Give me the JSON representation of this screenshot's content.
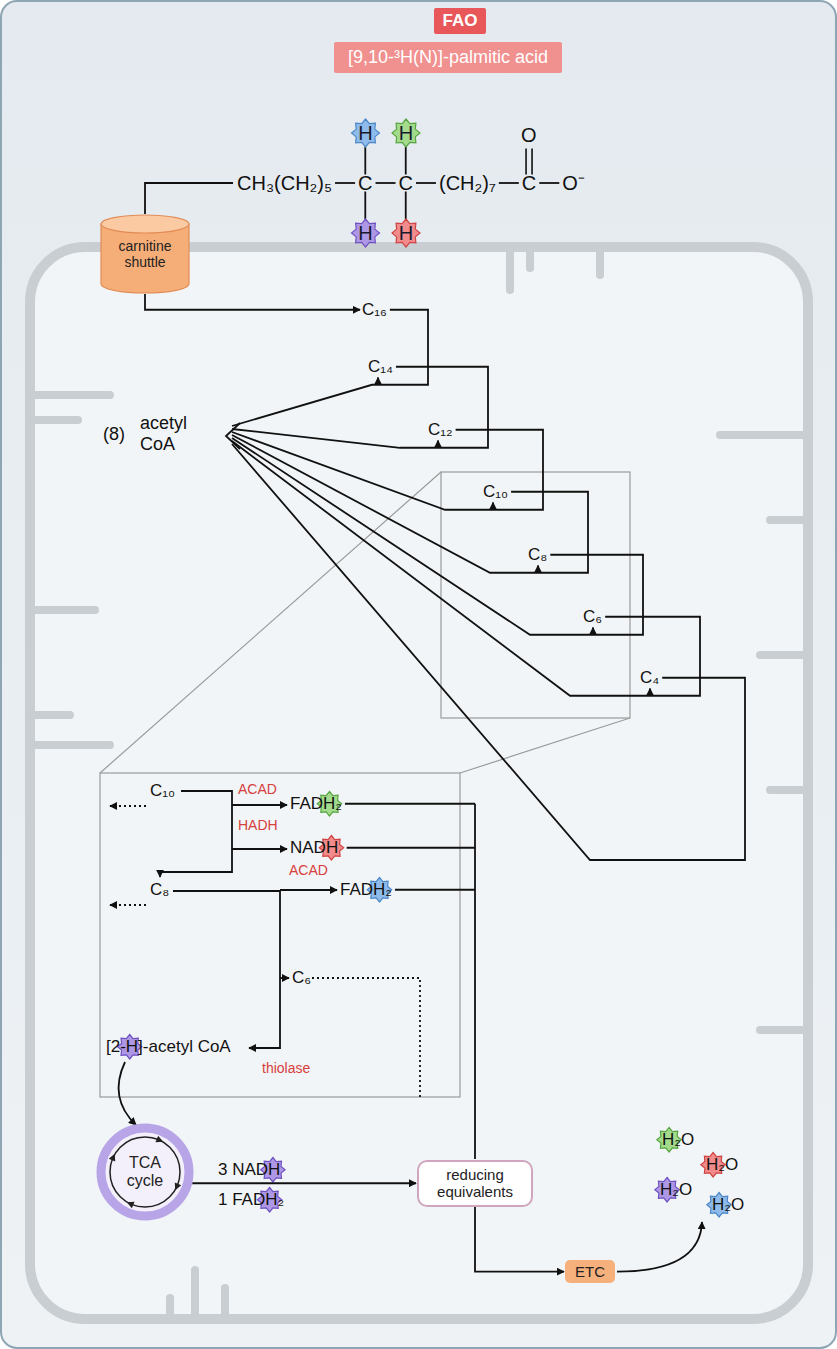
{
  "diagram": {
    "nodes": [
      {
        "text": [
          "FAO"
        ]
      },
      {
        "text": [
          "[9,10-³H(N)]-palmitic acid"
        ]
      },
      {
        "text": [
          "carnitine shuttle"
        ]
      },
      {
        "text": [
          "TCA cycle"
        ]
      },
      {
        "text": [
          "reducing equivalents"
        ]
      },
      {
        "text": [
          "ETC"
        ]
      }
    ],
    "edges": [
      {
        "from": 3,
        "to": 4,
        "arrow": "to"
      },
      {
        "from": 4,
        "to": 5,
        "arrow": "to"
      }
    ],
    "labels": [
      "CH₃(CH₂)₅",
      "C",
      "C",
      "(CH₂)₇",
      "C",
      "O⁻",
      "O",
      "H",
      "H",
      "H",
      "H",
      "C₁₆",
      "C₁₄",
      "C₁₂",
      "C₁₀",
      "C₈",
      "C₆",
      "C₄",
      "(8)",
      "acetyl CoA",
      "C₁₀",
      "ACAD",
      "FADH₂",
      "HADH",
      "NADH",
      "C₈",
      "ACAD",
      "FADH₂",
      "C₆",
      "[2-H]-acetyl CoA",
      "thiolase",
      "3 NADH",
      "1 FADH₂",
      "H₂O",
      "H₂O",
      "H₂O",
      "H₂O"
    ]
  }
}
